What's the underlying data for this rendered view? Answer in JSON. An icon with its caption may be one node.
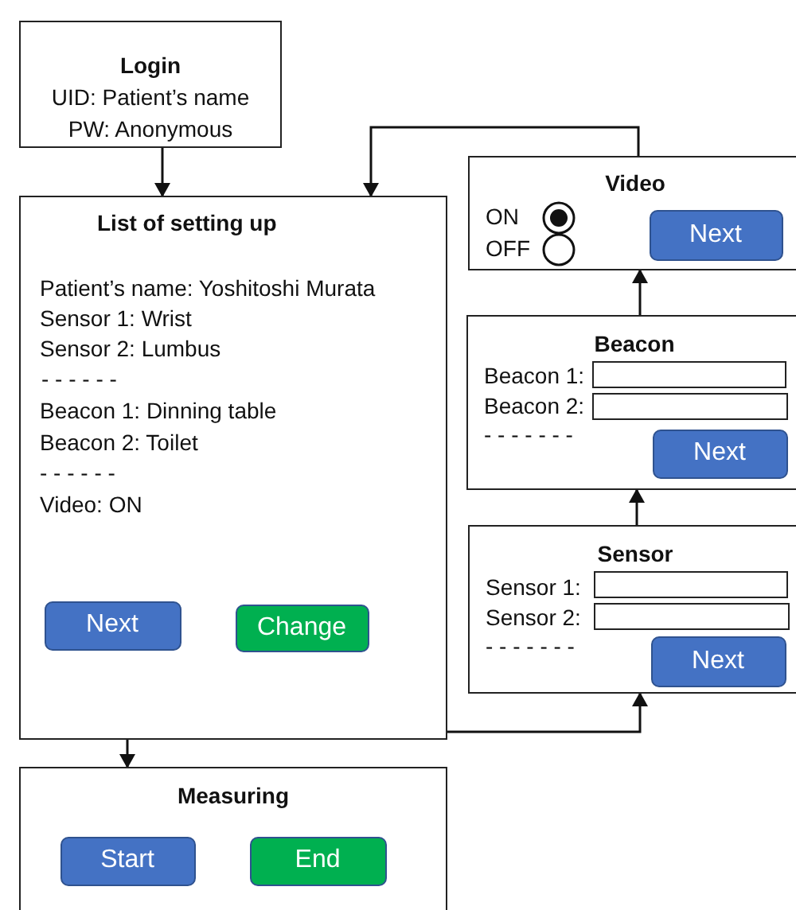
{
  "diagram": {
    "nodes": [
      {
        "text": [
          "Login",
          "UID: Patient’s name",
          "PW: Anonymous"
        ]
      },
      {
        "text": [
          "List of setting up",
          "Patient’s name: Yoshitoshi Murata",
          "Sensor 1: Wrist",
          "Sensor 2: Lumbus",
          "- - - - - -",
          "Beacon 1: Dinning table",
          "Beacon 2: Toilet",
          "- - - - - -",
          "Video: ON"
        ]
      },
      {
        "text": [
          "Next"
        ],
        "in": 1
      },
      {
        "text": [
          "Change"
        ],
        "in": 1
      },
      {
        "text": [
          "Measuring"
        ]
      },
      {
        "text": [
          "Start"
        ],
        "in": 4
      },
      {
        "text": [
          "End"
        ],
        "in": 4
      },
      {
        "text": [
          "Video",
          "ON",
          "OFF"
        ]
      },
      {
        "text": [
          "Next"
        ],
        "in": 7
      },
      {
        "text": [
          "Beacon",
          "Beacon 1:",
          "Beacon 2:",
          "- - - - - - -"
        ]
      },
      {
        "text": [
          "Next"
        ],
        "in": 9
      },
      {
        "text": [
          "Sensor",
          "Sensor 1:",
          "Sensor 2:",
          "- - - - - - -"
        ]
      },
      {
        "text": [
          "Next"
        ],
        "in": 11
      }
    ],
    "edges": [
      {
        "from": 0,
        "to": 1,
        "arrow": "to"
      },
      {
        "from": 1,
        "to": 4,
        "arrow": "to"
      },
      {
        "from": 3,
        "to": 11,
        "arrow": "to"
      },
      {
        "from": 11,
        "to": 9,
        "arrow": "to"
      },
      {
        "from": 9,
        "to": 7,
        "arrow": "to"
      },
      {
        "from": 7,
        "to": 1,
        "arrow": "to"
      }
    ]
  }
}
